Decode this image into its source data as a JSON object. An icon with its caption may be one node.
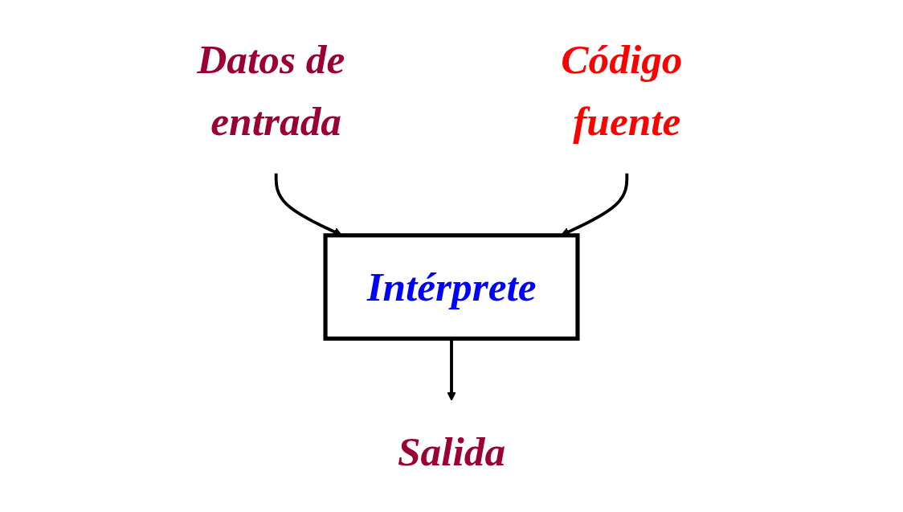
{
  "diagram": {
    "nodes": [
      {
        "text": [
          "Datos de entrada"
        ]
      },
      {
        "text": [
          "Código fuente"
        ]
      },
      {
        "text": [
          "Intérprete"
        ]
      },
      {
        "text": [
          "Salida"
        ]
      }
    ],
    "edges": [
      {
        "from": 0,
        "to": 2,
        "arrow": "to"
      },
      {
        "from": 1,
        "to": 2,
        "arrow": "to"
      },
      {
        "from": 2,
        "to": 3,
        "arrow": "to"
      }
    ]
  }
}
